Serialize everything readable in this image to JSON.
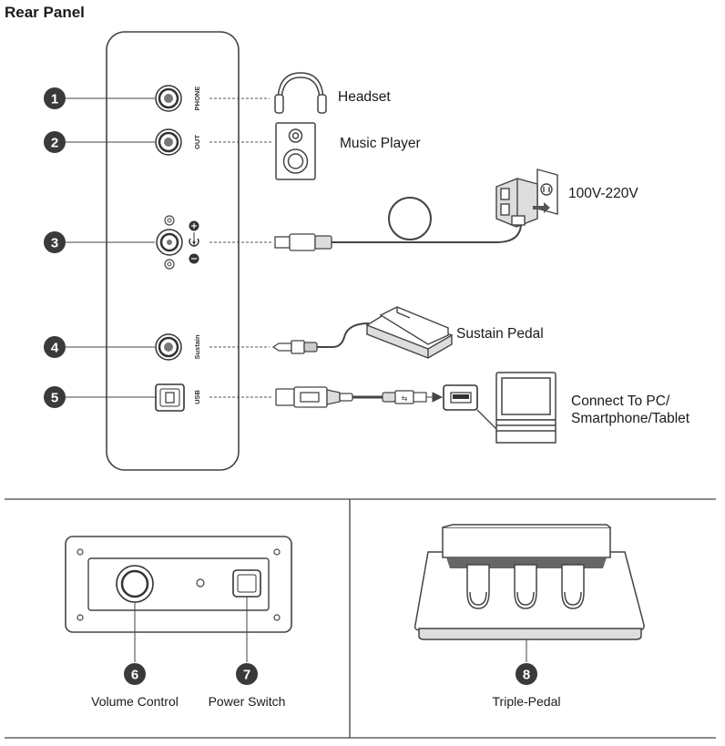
{
  "title": "Rear Panel",
  "markers": [
    "1",
    "2",
    "3",
    "4",
    "5",
    "6",
    "7",
    "8"
  ],
  "panel_labels": {
    "phone": "PHONE",
    "out": "OUT",
    "sustain": "Sustain",
    "usb": "USB"
  },
  "devices": {
    "headset": "Headset",
    "music_player": "Music Player",
    "power": "100V-220V",
    "sustain_pedal": "Sustain Pedal",
    "computer_line1": "Connect To PC/",
    "computer_line2": "Smartphone/Tablet"
  },
  "bottom": {
    "volume": "Volume Control",
    "power_switch": "Power Switch",
    "triple_pedal": "Triple-Pedal"
  }
}
